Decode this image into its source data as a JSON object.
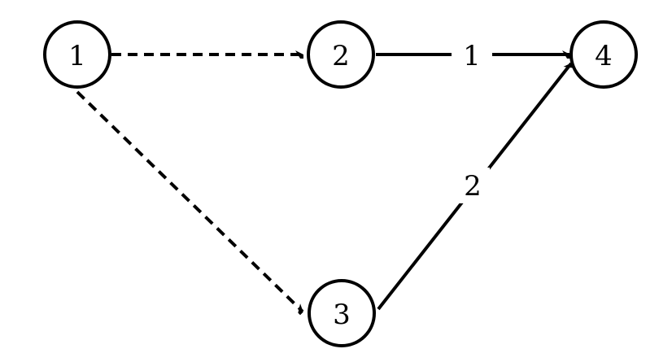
{
  "nodes": [
    {
      "id": "1",
      "label": "1"
    },
    {
      "id": "2",
      "label": "2"
    },
    {
      "id": "3",
      "label": "3"
    },
    {
      "id": "4",
      "label": "4"
    }
  ],
  "edges": [
    {
      "from": "1",
      "to": "2",
      "style": "dashed",
      "label": ""
    },
    {
      "from": "1",
      "to": "3",
      "style": "dashed",
      "label": ""
    },
    {
      "from": "2",
      "to": "4",
      "style": "solid",
      "label": "1"
    },
    {
      "from": "3",
      "to": "4",
      "style": "solid",
      "label": "2"
    }
  ]
}
